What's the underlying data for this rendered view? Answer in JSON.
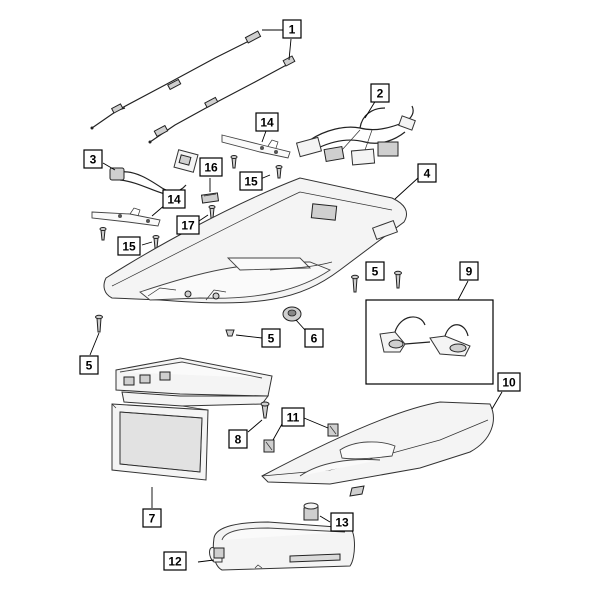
{
  "diagram": {
    "callouts": [
      {
        "id": "c1",
        "label": "1"
      },
      {
        "id": "c2",
        "label": "2"
      },
      {
        "id": "c3",
        "label": "3"
      },
      {
        "id": "c4",
        "label": "4"
      },
      {
        "id": "c5a",
        "label": "5"
      },
      {
        "id": "c5b",
        "label": "5"
      },
      {
        "id": "c5c",
        "label": "5"
      },
      {
        "id": "c6",
        "label": "6"
      },
      {
        "id": "c7",
        "label": "7"
      },
      {
        "id": "c8",
        "label": "8"
      },
      {
        "id": "c9",
        "label": "9"
      },
      {
        "id": "c10",
        "label": "10"
      },
      {
        "id": "c11",
        "label": "11"
      },
      {
        "id": "c12",
        "label": "12"
      },
      {
        "id": "c13",
        "label": "13"
      },
      {
        "id": "c14a",
        "label": "14"
      },
      {
        "id": "c14b",
        "label": "14"
      },
      {
        "id": "c15a",
        "label": "15"
      },
      {
        "id": "c15b",
        "label": "15"
      },
      {
        "id": "c16",
        "label": "16"
      },
      {
        "id": "c17",
        "label": "17"
      }
    ]
  }
}
